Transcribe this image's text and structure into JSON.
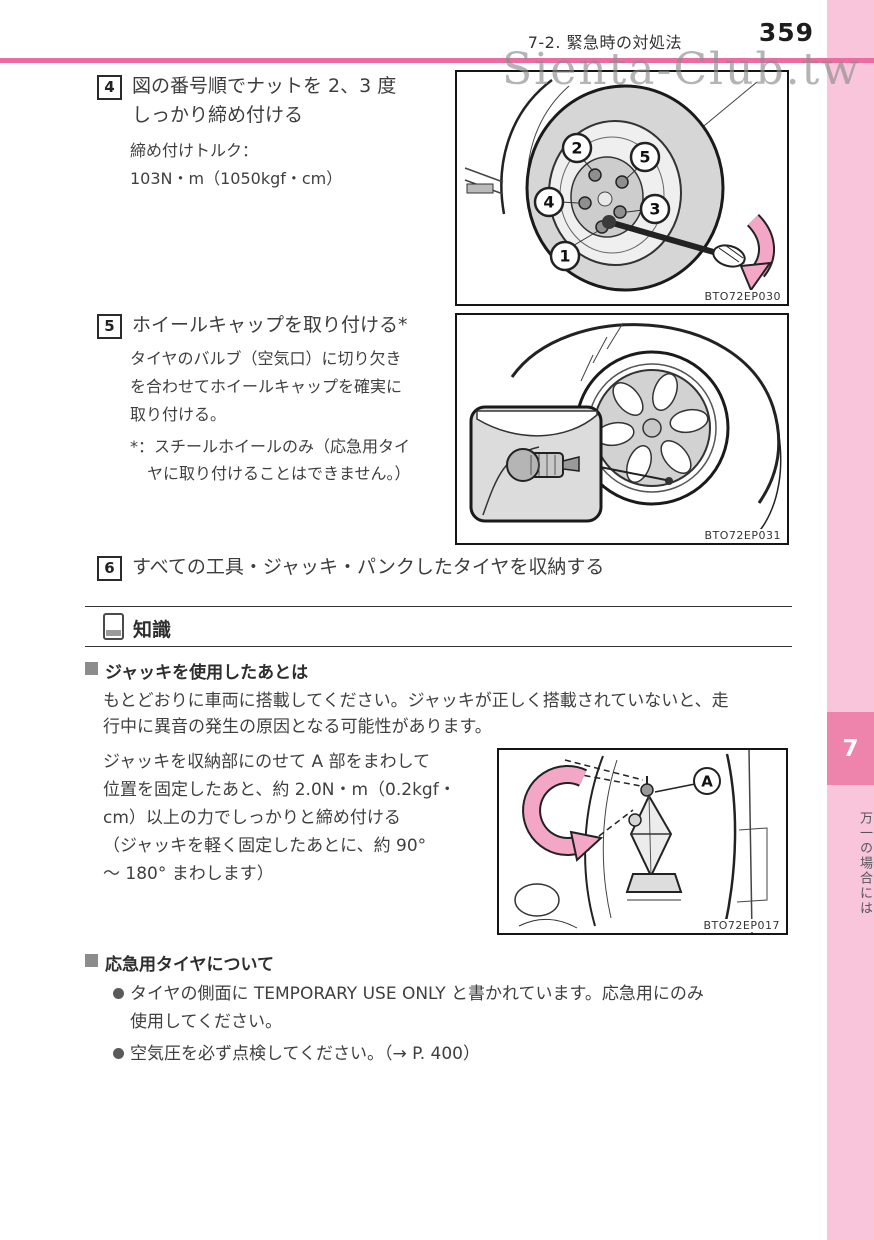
{
  "colors": {
    "accent_pink": "#ea6ca3",
    "strip_pink": "#f8c5da",
    "tab_pink": "#ee83ac",
    "arrow_pink": "#f3a6c5",
    "text": "#3c3c3c",
    "watermark_gray": "#8c8c8c"
  },
  "header": {
    "section_title": "7-2. 緊急時の対処法",
    "page_number": "359"
  },
  "watermark_text": "Sienta-Club.tw",
  "side_tab": {
    "chapter_number": "7",
    "chapter_label": "万一の場合には"
  },
  "steps": {
    "step4": {
      "number": "4",
      "title_lines": [
        "図の番号順でナットを 2、3 度",
        "しっかり締め付ける"
      ],
      "detail_lines": [
        "締め付けトルク：",
        "103N・m（1050kgf・cm）"
      ],
      "figure_code": "BTO72EP030",
      "nut_labels": {
        "n1": "1",
        "n2": "2",
        "n3": "3",
        "n4": "4",
        "n5": "5"
      }
    },
    "step5": {
      "number": "5",
      "title": "ホイールキャップを取り付ける*",
      "body_lines": [
        "タイヤのバルブ（空気口）に切り欠き",
        "を合わせてホイールキャップを確実に",
        "取り付ける。"
      ],
      "note_lines": [
        "*：スチールホイールのみ（応急用タイ",
        "ヤに取り付けることはできません。）"
      ],
      "figure_code": "BTO72EP031"
    },
    "step6": {
      "number": "6",
      "title": "すべての工具・ジャッキ・パンクしたタイヤを収納する"
    }
  },
  "knowledge": {
    "section_header": "知識",
    "jack_heading": "ジャッキを使用したあとは",
    "jack_intro_lines": [
      "もとどおりに車両に搭載してください。ジャッキが正しく搭載されていないと、走",
      "行中に異音の発生の原因となる可能性があります。"
    ],
    "jack_detail_lines": [
      "ジャッキを収納部にのせて A 部をまわして",
      "位置を固定したあと、約 2.0N・m（0.2kgf・",
      "cm）以上の力でしっかりと締め付ける",
      "（ジャッキを軽く固定したあとに、約 90°",
      "～ 180° まわします）"
    ],
    "figure_code": "BTO72EP017",
    "figure_point_label": "A",
    "spare_heading": "応急用タイヤについて",
    "bullet1_lines": [
      "タイヤの側面に TEMPORARY USE ONLY と書かれています。応急用にのみ",
      "使用してください。"
    ],
    "bullet2_lines": [
      "空気圧を必ず点検してください。（→ P. 400）"
    ]
  }
}
